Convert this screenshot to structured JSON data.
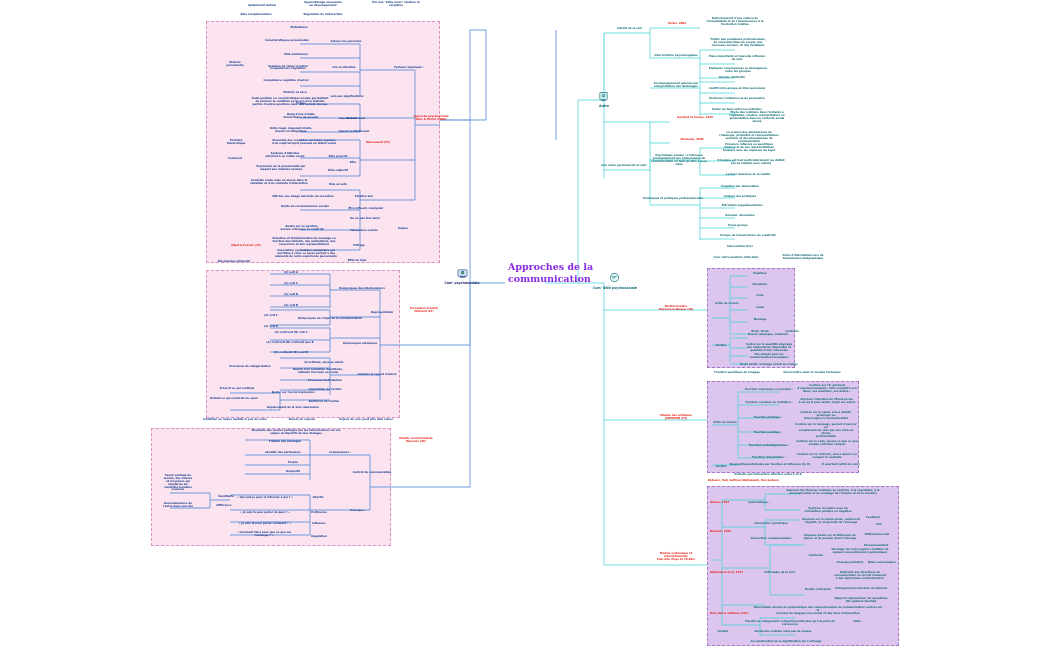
{
  "meta": {
    "title": "Approches de la communication",
    "colors": {
      "blue": "#3b7fd4",
      "cyan": "#3fd0d8",
      "pink_bg": "#fbe4f0",
      "purple_bg": "#ddc6ee",
      "red_label": "#e8231a",
      "title_purple": "#8a2be2"
    }
  },
  "center": {
    "title": "Approches de la\ncommunication"
  },
  "branch_left": {
    "icon": "people-group-icon",
    "label": "Com' psychosociale",
    "groups": [
      {
        "name": "group-marc-picard",
        "red_label": "Approche psychosociale\nMarc & Picard (2000)",
        "top_outside": [
          "Ajustement mutuel",
          "Apprentissage nécessaire\nau développement",
          "Par une \"boîte noire\" émotive et\nréceptive",
          "Rôle complémentaire",
          "Régulation de l'interaction"
        ],
        "nodes": [
          "Motivations",
          "Caractéristiques personnelles",
          "État émotionnel",
          "Compétences cognitives",
          "Acteur·rice personne",
          "Histoire\npersonnelle",
          "Système de valeur d'autrui",
          "Compétence cognitive d'autrui",
          "Lire la situation",
          "Histoire et vécu",
          "Enjeux",
          "Loin aux significations",
          "Facteurs impliqués :",
          "Toute position ou caractéristique sociale permettant\nde préciser la condition socio-éco d'un individu\nparfois d'autres positions dans une société donnée",
          "Rang d'une échelle\nhiérarchique de pouvoir",
          "Aspect irrationnel",
          "Statut",
          "Ordre légal, imposant droits,\ndevoirs et obligations",
          "Aspect institutionnel",
          "Fonction\nhiérarchique",
          "Ensemble des conduites normales requises\nd'un sujet lorsqu'il possède un statut social",
          "Mouvement (FS)",
          "Comment",
          "Système d'attentes\ninhérent à un milieu social",
          "Rôle prescrit",
          "Expression de la personnalité par\nrapport aux modèles sociaux",
          "Rôle subjectif",
          "Rôle",
          "Conduite réelle mise en œuvre dans la\nsituation et d'un contexte d'interaction",
          "Rôle en acte",
          "Afficher une image valorisée de soi-même",
          "Paraître bon",
          "Quête de reconnaissance sociale",
          "Être influent, manipuler",
          "De ne pas être aimé",
          "Rester sur sa position,\naucune référence ni construit",
          "Mécanisme sociale",
          "Enjeux",
          "Sélection et transformation du message en\nfonction des intérêts, des motivations, des\nressources et des représentations",
          "Filtrage",
          "Objet & Prévoir (76)",
          "Association symbolique, imaginaire qui\nconstitue à créer ce qu'on perçoit à des\néléments de notre expérience personnelle",
          "Effet de halo",
          "Mécanismes défensifs"
        ]
      },
      {
        "name": "group-watzlawick",
        "red_label": "Perception d'autrui\nMichaud (97)",
        "nodes": [
          "(A) voit A",
          "(A) voit C",
          "(A) voit B",
          "(A) voit B",
          "Réciproques des interlocuteurs",
          "(A) voit C",
          "(A) voit B",
          "Réciproques de l'objet de la communication",
          "Représentation",
          "(A) croit/voit (B) voit C",
          "(A) croit/voit (B) croit/voit que B",
          "(A) croit/voit (B) croit B",
          "Réciproques anticipées",
          "Incertitude, mise en alerte",
          "Processus de catégorisation",
          "Besoin d'un réduction incertitude,\nrattaché l'inconnu au connu",
          "Processus d'attribution",
          "Orienter le regard d'autrui",
          "Orientation de l'action",
          "Prescrit ce qui confirme",
          "Rester sur l'accès impression",
          "Retient ce qui construit au cours",
          "Renforcer de l'action",
          "Déplacement de la 1ère impression"
        ]
      },
      {
        "name": "group-contrat-communication",
        "red_label": "Modèle constructiviste\nMaçonne (96)",
        "top_outside": [
          "Inhibition ou risque modifie le pas de cadre",
          "Besoin de repères",
          "Enjeux de com' peut être aide visuel"
        ],
        "nodes": [
          "Ensemble des savoirs partagés par les interlocuteurs sur les\nenjeux et objectifs de leur dialogue",
          "Finalité des échanges",
          "Identité des partenaires",
          "Propos",
          "Dispositif",
          "Connaissance :",
          "Contrat de communication",
          "Savoir partagé du\nmonde, des valeurs\net croyances qui\nrégularise les\nconduites humaine\nsocieuse",
          "Reconnaissance de\nl'autre dans son rôle",
          "Identitaire",
          "Différence",
          "« Qui suis-je pour le informer à qui ? »",
          "Altérité",
          "« Je suis là pour parler de quoi ? »",
          "Pertinence",
          "« Je suis là pour parler comment ? »",
          "Influence",
          "Principes :",
          "« Comment faire pour que ce que ma\nl'échange ? »",
          "Régulation"
        ]
      }
    ]
  },
  "branch_right": {
    "icon_top": "person-icon",
    "label_top": "Autre",
    "icon_bottom": "chat-icon",
    "label_bottom": "Com' NON psychosociale",
    "groups": [
      {
        "name": "group-intentions-soin",
        "nodes": [
          "Intérêt de la com'",
          "Turkle, 2009",
          "Détournement d'une culture de\nl'immédiateté et de l'obsolescence à la\nfrustration relative",
          "Interventions psychologiques",
          "Traiter des problèmes professionnels,\nde communication de couple, des\nnouveaux anciens, ici des familiales",
          "Place importante et nouvelle réflexion\ndu soin",
          "Expliquer convergences ou divergences\nentre les groupes",
          "Accompagnement générés par\ninterprétation des dommages",
          "Donner d'intimité",
          "Conflit intra groupe et inter-personnel",
          "Renforcer l'influence et de persuasion",
          "Relier les liens entre les individus",
          "Gaudrot et Grasse, 1958",
          "Etude des relations liées l'individu à\nl'agitation, relative, interprétation ou\nprésentation dans un contexte social\ndonné",
          "Maussion, 2006",
          "La science des phénomènes de\nl'idéologie, produites et représentations\nsociales) et des phénomènes de\ncommunication",
          "Lien entre psychosocial et soin'",
          "Psychologie sociale : s'intéresse\nprincipalement aux phénomènes de\ncommunication en tant qu'utile à pour\nvisée",
          "Présence réflexive ou spécifique\nd'autrui et de ses représentations\ntoujours avec les réponses du sujet",
          "S'homme est tout particulièrement (se définit\npar sa relation avec autrui)",
          "Lecture heureuse de la réalité",
          "Techniques et pratiques professionnelles",
          "Enquêtes par observation",
          "Analyse des pratiques",
          "Entretiens supplémentaires",
          "Réunion, discussion",
          "Focus groupe",
          "Groupe de travail autour de créativité",
          "Intervention tiers"
        ]
      },
      {
        "name": "group-shannon-weaver",
        "red_label": "Modèle linéaire\nShannon & Weaver (49)",
        "top_outside": [
          "Com' entre machine (Info-télé)",
          "Perte d'informations lors de\ntransmission télégraphique"
        ],
        "nodes": [
          "Grille de lecture",
          "Émetteur",
          "Récepteur",
          "Code",
          "Canal",
          "Message",
          "Bruit / Bruit",
          "Contexte",
          "Limites",
          "Besoin (physique, matériel)",
          "Centré sur la quantité physique\ndes éléments lin disponible et\nquantité d'info' transmise",
          "Pas adapté pour les\ncommunications humaines",
          "Rejet passif, message réduit au codage"
        ]
      },
      {
        "name": "group-jakobson",
        "red_label": "Modèle des pratiques\nJAKOBSON (63)",
        "top_outside": [
          "Fonction spécifique du langage",
          "Amorce/être selon le modèle technique"
        ],
        "nodes": [
          "Grille de lecture",
          "Fonction expressive ou émotive :",
          "Centrée sur l'E, parvient\nd'exprimer/émission, faire connaître son\nidées, ses émotions, ses désirs...",
          "Fonction conative ou incitative :",
          "Exprime l'intention de l'Émet-et-vis-\nà-vis de R pour tenter d'agir sur autrui",
          "Fonction phatique :",
          "Centrée sur le canal, vise à établir, prolonger ou\ninterrompre la communication",
          "Fonction poétique :",
          "Centrée sur le message, permet d'exercer un\ncomplément de sens par une mise en forme\npréférentielle",
          "Fonction métalinguistique :",
          "Centrée sur le code, assure ce que ce que\nsoutien soit bien compris",
          "Fonction référentielle :",
          "Centrée sur le référent, vise à décrire ou\nevoquer le contexte",
          "Limites",
          "Repère/Moment/études par fonction et influence (to R)",
          "R pourtant (effet de com')",
          "N'étudie pas interaction effective entre E et R"
        ]
      },
      {
        "name": "group-palo-alto",
        "red_label_side": "Modèle systémique et\ninteractionniste\nPalo Alto (Paye to 70-90s)",
        "top_outside": [
          "Bateson, Hall, Goffman Watzlawick, Don Jackson"
        ],
        "nodes": [
          "Wiener, 1954",
          "Cybernétique :",
          "Reprend des théories relatives au contrôle, à la régulation, à la\ncommunication et au couplage de l'homme et de la machine",
          "Système circulaire avec de\nrétroaction positive ou négative",
          "Feedback",
          "Bateson, 1956",
          "Interaction symétrique",
          "Réponse sur le même mode, renforcent\nl'égalité, la réciprocité de l'échange",
          "Arm",
          "Interaction complémentaire",
          "Réponse basée sur la différence de\nplaces et de pouvoir dans l'échange",
          "Différenciée-rôle",
          "Personne/enfant",
          "Watzlawick et al, 1972",
          "Pathologie de la com'",
          "Confusion",
          "Décalage du code (logico) constitué de\nsignaux conventionnels (symbolique)",
          "Analogie primitive",
          "Méta-communiquer",
          "Double contrainte",
          "Restreint aux structures de\ncommunication où circuit rémanent\nà des injonctions contradictoires",
          "Schizophrénie/relecture du délirant",
          "Rapport sujet/porteur du symptôme\n(Pb système familial)",
          "Hall, Dell & Goffman (70s)",
          "Observation directe et systématique des comportements de communication centrée sur la\nrichesse du langage non-verbal et des lieux d'interaction",
          "Limites",
          "Priorité au changement comportemental plus qu'à la prise de conscience",
          "Cible",
          "Recherche relation mais pas de causes",
          "Co-construction de la signification par l'échange"
        ]
      }
    ]
  }
}
